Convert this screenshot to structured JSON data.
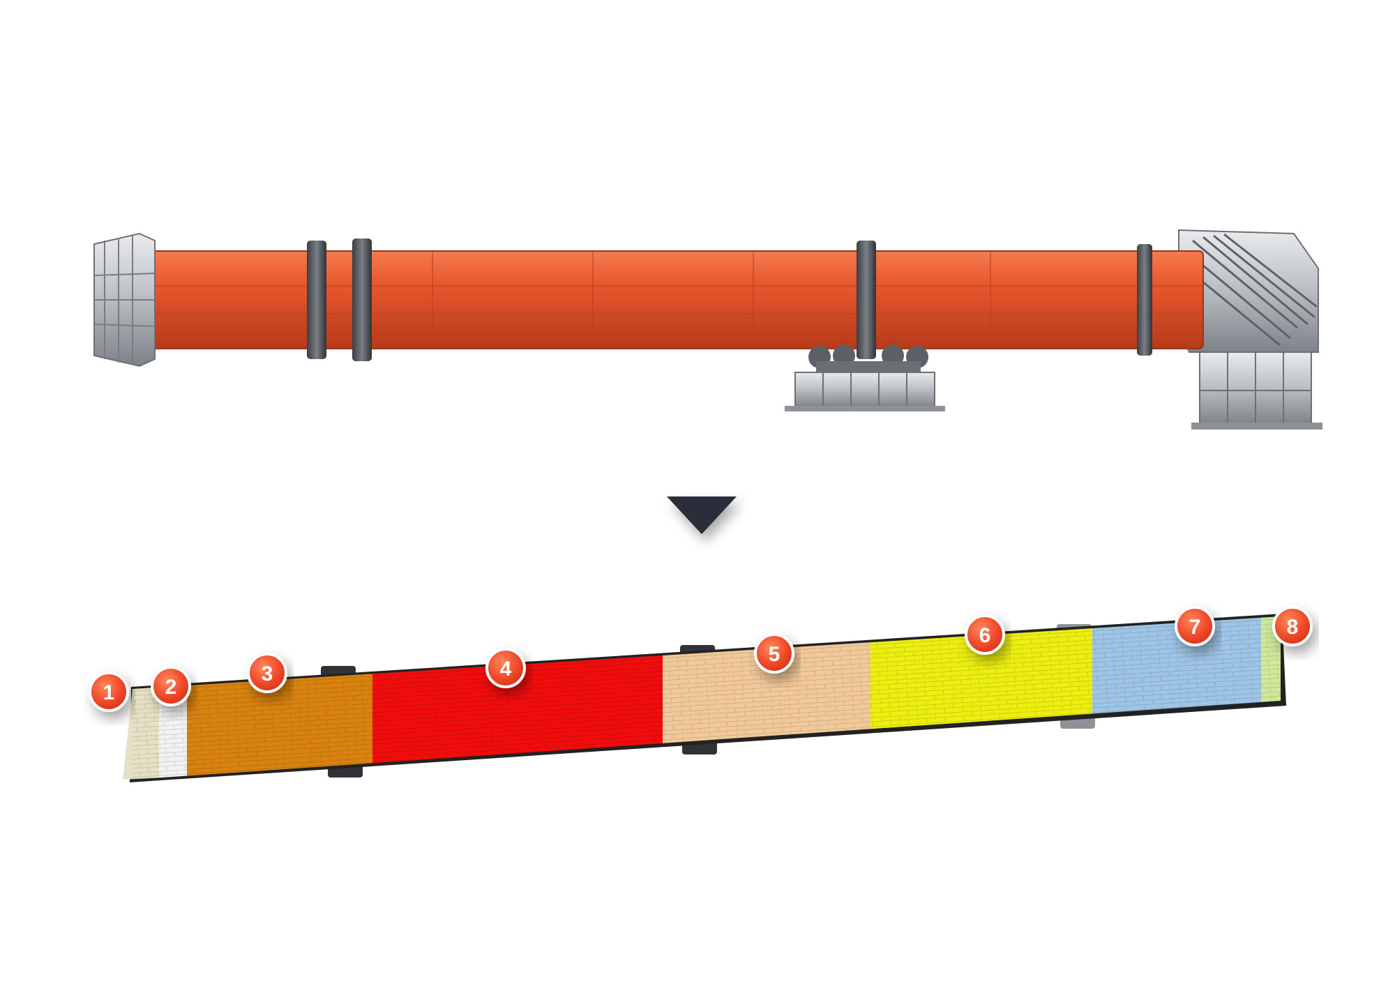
{
  "diagram": {
    "kiln_body_color": "#e8572e",
    "arrow_color": "#2b2f3a",
    "badge_color": "#ee4a2f",
    "zones": [
      {
        "number": "1",
        "color": "#e6e1c6"
      },
      {
        "number": "2",
        "color": "#f2f2f2"
      },
      {
        "number": "3",
        "color": "#d8820f"
      },
      {
        "number": "4",
        "color": "#f20d0d"
      },
      {
        "number": "5",
        "color": "#f2c99a"
      },
      {
        "number": "6",
        "color": "#ecef10"
      },
      {
        "number": "7",
        "color": "#9ec4e6"
      },
      {
        "number": "8",
        "color": "#cfe89a"
      }
    ]
  }
}
